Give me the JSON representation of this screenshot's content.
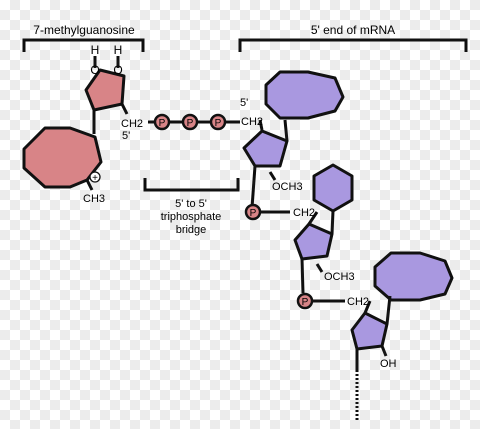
{
  "labels": {
    "cap": "7-methylguanosine",
    "mrna_end": "5' end of mRNA",
    "bridge_line1": "5' to 5'",
    "bridge_line2": "triphosphate",
    "bridge_line3": "bridge"
  },
  "cap": {
    "h_left": "H",
    "h_right": "H",
    "o_left": "O",
    "o_right": "O",
    "ch2": "CH2",
    "five_prime": "5'",
    "charge": "+",
    "methyl": "CH3"
  },
  "phosphate": "P",
  "mrna": {
    "five_prime": "5'",
    "ch2": "CH2",
    "och3": "OCH3",
    "oh": "OH"
  },
  "colors": {
    "cap": "#d88487",
    "nucleotide": "#a998e0",
    "outline": "#111111"
  }
}
